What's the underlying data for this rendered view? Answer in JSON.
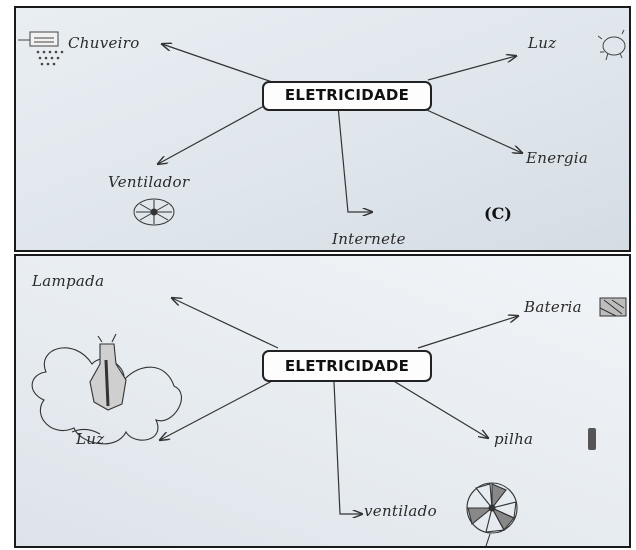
{
  "panels": [
    {
      "center": "ELETRICIDADE",
      "label": "(C)",
      "branches": [
        "Chuveiro",
        "Luz",
        "Energia",
        "Ventilador",
        "Internete"
      ]
    },
    {
      "center": "ELETRICIDADE",
      "branches": [
        "Lampada",
        "Bateria",
        "Luz",
        "pilha",
        "ventilado"
      ]
    }
  ]
}
